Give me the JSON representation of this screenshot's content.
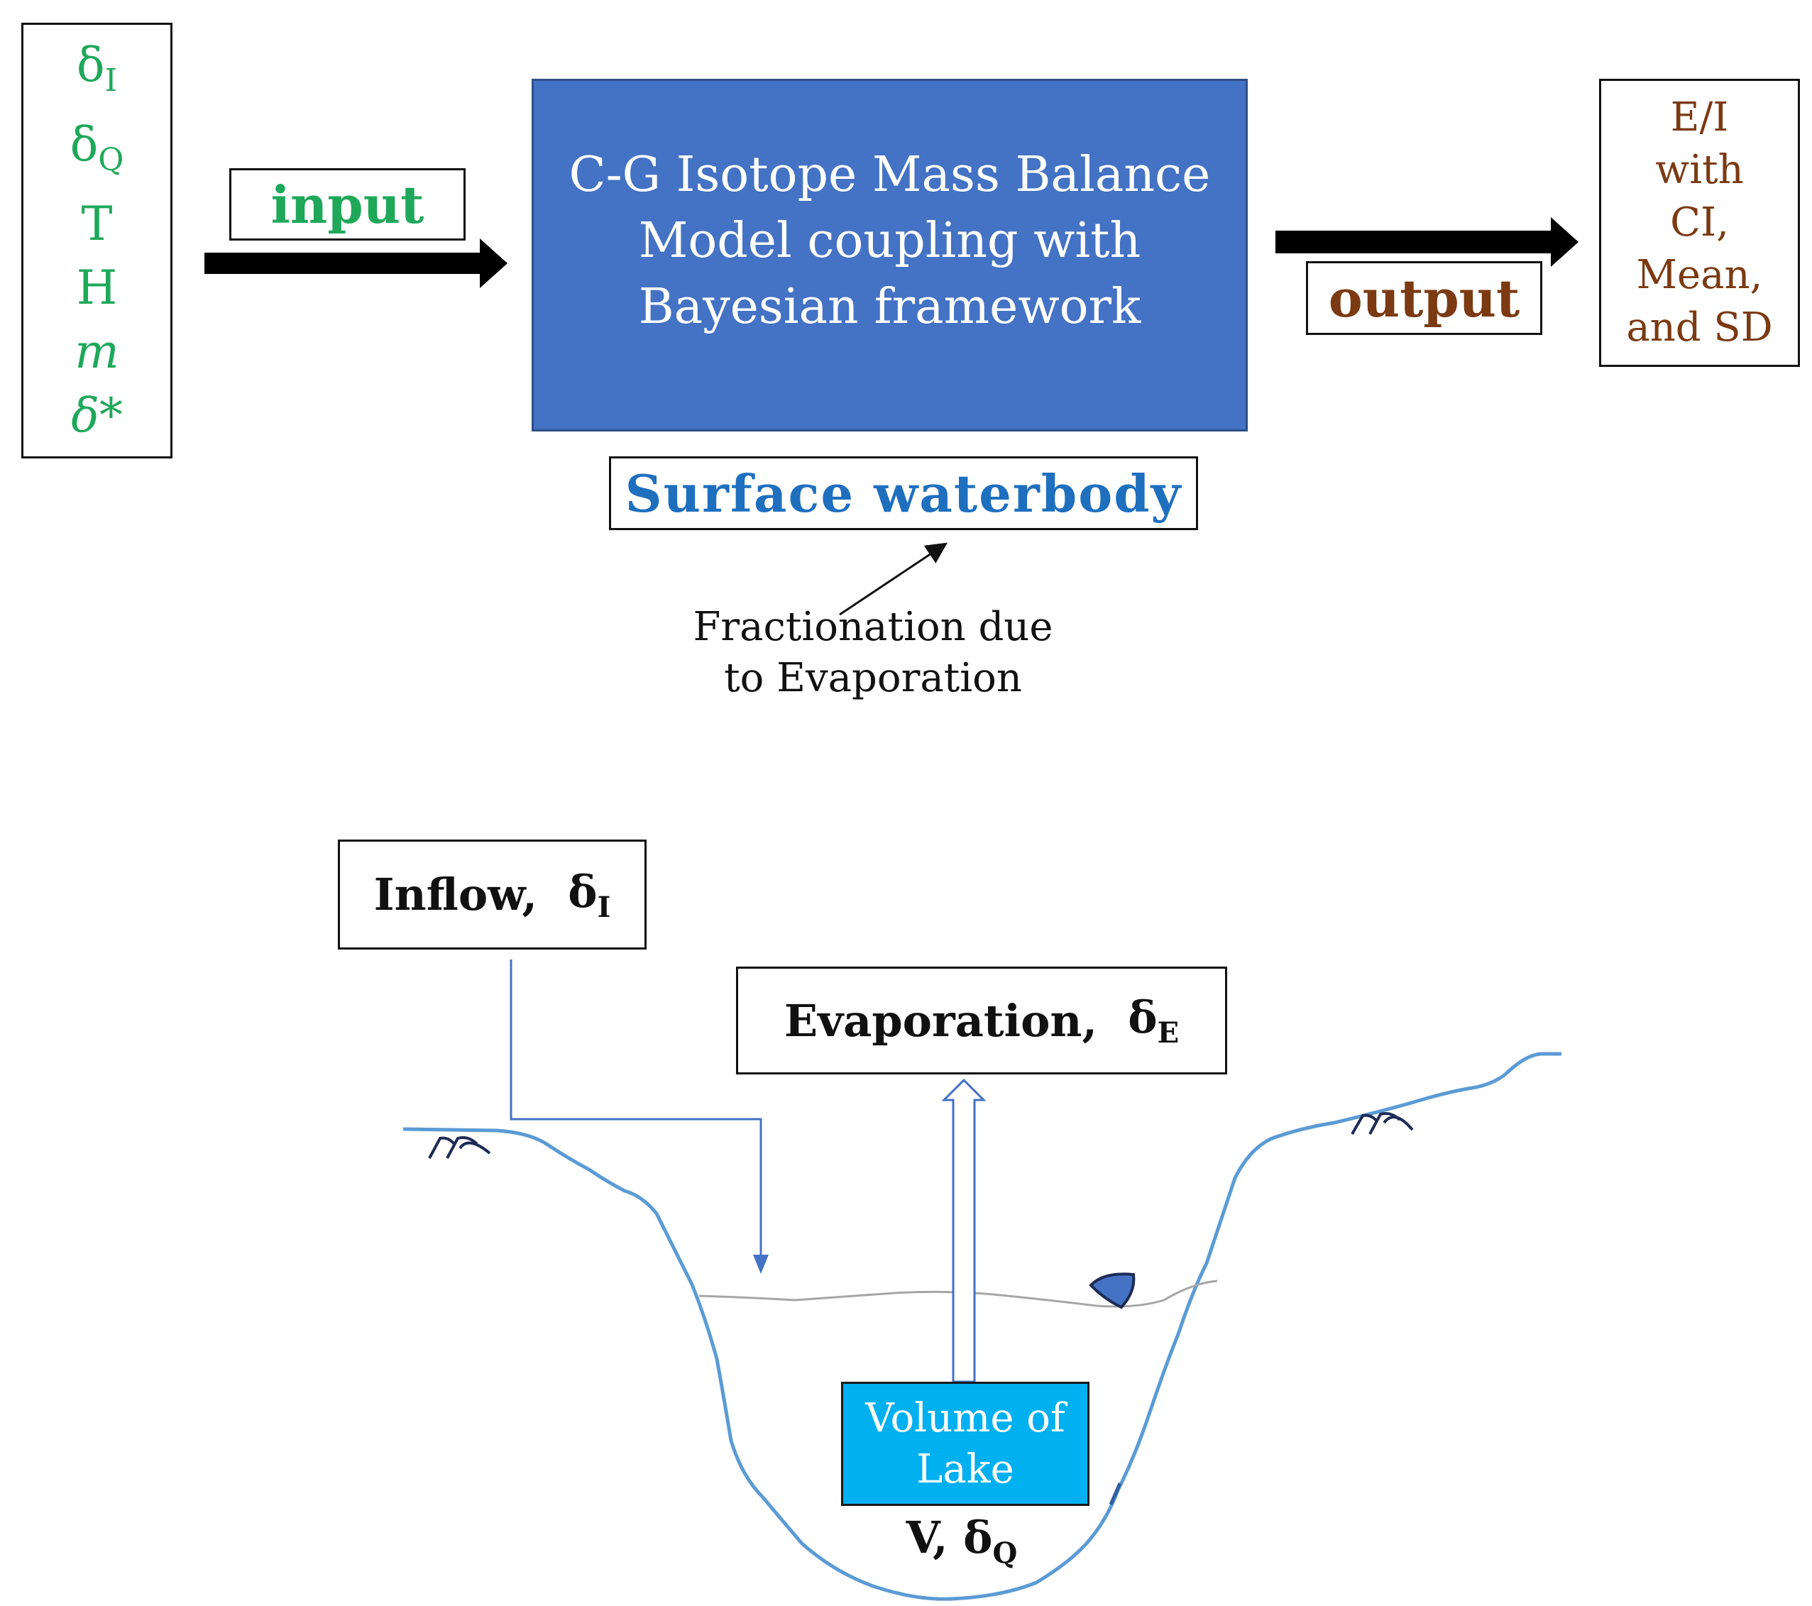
{
  "inputs": {
    "d_i": {
      "base": "δ",
      "sub": "I"
    },
    "d_q": {
      "base": "δ",
      "sub": "Q"
    },
    "t": "T",
    "h": "H",
    "m": "m",
    "d_star": "δ*"
  },
  "labels": {
    "input": "input",
    "output": "output",
    "surface_waterbody": "Surface waterbody"
  },
  "model": {
    "line1": "C-G Isotope Mass Balance",
    "line2": "Model coupling with",
    "line3": "Bayesian framework"
  },
  "outputs": {
    "line1": "E/I",
    "line2": "with",
    "line3": "CI,",
    "line4": "Mean,",
    "line5": "and SD"
  },
  "annotation": {
    "line1": "Fractionation due",
    "line2": "to Evaporation"
  },
  "lake": {
    "inflow": {
      "label": "Inflow,",
      "base": "δ",
      "sub": "I"
    },
    "evaporation": {
      "label": "Evaporation,",
      "base": "δ",
      "sub": "E"
    },
    "volume": {
      "line1": "Volume of",
      "line2": "Lake"
    },
    "storage": {
      "label": "V,",
      "base": "δ",
      "sub": "Q"
    }
  },
  "colors": {
    "input_green": "#1fa85a",
    "output_brown": "#7b3a12",
    "model_blue": "#4472c4",
    "surface_blue": "#1f6fbf",
    "volume_cyan": "#00b0f0",
    "bank_line": "#5b9bd5"
  }
}
